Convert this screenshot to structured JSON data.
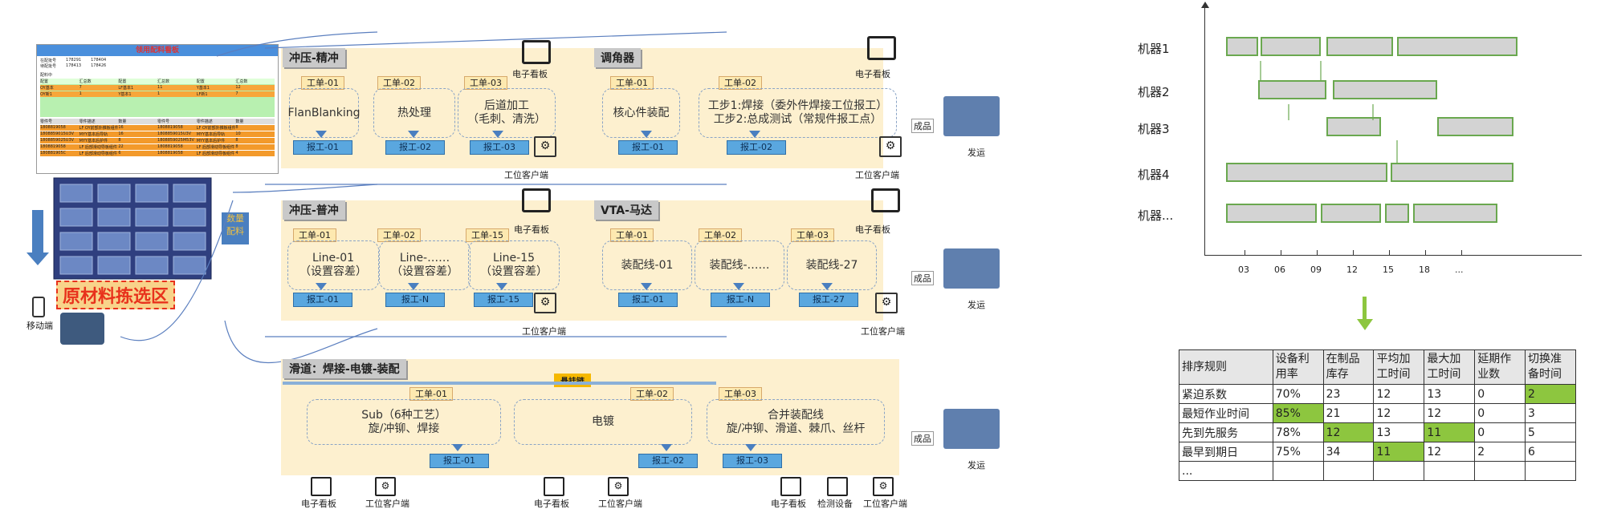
{
  "left_panel": {
    "screen_title": "领用配料看板",
    "screen_rows": [
      {
        "label": "在配批号",
        "a": "178291",
        "b": "178404"
      },
      {
        "label": "待配批号",
        "a": "178413",
        "b": "178426"
      }
    ],
    "screen_section1": "配料中",
    "screen_section2": "待配",
    "screen_col_heads": [
      "配置",
      "汇总数",
      "配置",
      "汇总数",
      "配置",
      "汇总数"
    ],
    "screen_orange_rows": [
      [
        "OY基本",
        "7",
        "LF基本1",
        "11",
        "Y基本1",
        "12"
      ],
      [
        "OY新1",
        "1",
        "Y基本1",
        "1",
        "LF新1",
        "7"
      ]
    ],
    "screen_list_heads": [
      "零件号",
      "零件描述",
      "数量",
      "零件号",
      "零件描述",
      "数量"
    ],
    "screen_list_rows": [
      [
        "1808819058",
        "LF OY前部外推板组件",
        "16",
        "1808819058",
        "LF OY前部外推板组件",
        "8"
      ],
      [
        "1808859015U3V",
        "MYY基本后导轨",
        "16",
        "1808859015U3V",
        "MYY基本后导轨",
        "10"
      ],
      [
        "1808859025U3V",
        "MYY基本后护件",
        "8",
        "1808859025M53V",
        "MYY基本后护件",
        "8"
      ],
      [
        "1808819058",
        "LF 后部滑动导板组件",
        "22",
        "1808819058",
        "LF 后部滑动导板组件",
        "8"
      ],
      [
        "180881905C",
        "LF 后部滑动导板组件",
        "6",
        "1808819058",
        "LF 后部滑动导板组件",
        "4"
      ]
    ],
    "raw_material_label": "原材料拣选区",
    "mobile_label": "移动端",
    "side_label": "数量\n配料"
  },
  "zones": [
    {
      "title": "冲压-精冲",
      "orders": [
        "工单-01",
        "工单-02",
        "工单-03"
      ],
      "procs": [
        "FlanBlanking",
        "热处理",
        "后道加工\n（毛刺、清洗）"
      ],
      "reports": [
        "报工-01",
        "报工-02",
        "报工-03"
      ],
      "board": "电子看板",
      "client": "工位客户端"
    },
    {
      "title": "调角器",
      "orders": [
        "工单-01",
        "工单-02"
      ],
      "procs": [
        "核心件装配",
        "工步1:焊接（委外件焊接工位报工）\n工步2:总成测试（常规件报工点）"
      ],
      "reports": [
        "报工-01",
        "报工-02"
      ],
      "board": "电子看板",
      "client": "工位客户端"
    },
    {
      "title": "冲压-普冲",
      "orders": [
        "工单-01",
        "工单-02",
        "工单-15"
      ],
      "procs": [
        "Line-01\n（设置容差）",
        "Line-……\n（设置容差）",
        "Line-15\n（设置容差）"
      ],
      "reports": [
        "报工-01",
        "报工-N",
        "报工-15"
      ],
      "board": "电子看板",
      "client": "工位客户端"
    },
    {
      "title": "VTA-马达",
      "orders": [
        "工单-01",
        "工单-02",
        "工单-03"
      ],
      "procs": [
        "装配线-01",
        "装配线-……",
        "装配线-27"
      ],
      "reports": [
        "报工-01",
        "报工-N",
        "报工-27"
      ],
      "board": "电子看板",
      "client": "工位客户端"
    },
    {
      "title": "滑道：焊接-电镀-装配",
      "orders": [
        "工单-01",
        "工单-02",
        "工单-03"
      ],
      "procs": [
        "Sub（6种工艺）\n旋/冲铆、焊接",
        "电镀",
        "合并装配线\n旋/冲铆、滑道、棘爪、丝杆"
      ],
      "reports": [
        "报工-01",
        "报工-02",
        "报工-03"
      ],
      "hang_chain": "悬挂链",
      "bottom_labels": [
        "电子看板",
        "工位客户端",
        "电子看板",
        "工位客户端",
        "电子看板",
        "检测设备",
        "工位客户端"
      ]
    }
  ],
  "warehouse": {
    "finished": "成品",
    "ship": "发运"
  },
  "gantt": {
    "machines": [
      "机器1",
      "机器2",
      "机器3",
      "机器4",
      "机器..."
    ],
    "ticks": [
      "03",
      "06",
      "09",
      "12",
      "15",
      "18",
      "..."
    ]
  },
  "table": {
    "headers": [
      "排序规则",
      "设备利\n用率",
      "在制品\n库存",
      "平均加\n工时间",
      "最大加\n工时间",
      "延期作\n业数",
      "切换准\n备时间"
    ],
    "rows": [
      [
        "紧迫系数",
        "70%",
        "23",
        "12",
        "13",
        "0",
        "2"
      ],
      [
        "最短作业时间",
        "85%",
        "21",
        "12",
        "12",
        "0",
        "3"
      ],
      [
        "先到先服务",
        "78%",
        "12",
        "13",
        "11",
        "0",
        "5"
      ],
      [
        "最早到期日",
        "75%",
        "34",
        "11",
        "12",
        "2",
        "6"
      ],
      [
        "...",
        "",
        "",
        "",
        "",
        "",
        ""
      ]
    ],
    "highlights": [
      [
        0,
        6
      ],
      [
        1,
        1
      ],
      [
        2,
        2
      ],
      [
        2,
        4
      ],
      [
        3,
        3
      ]
    ]
  },
  "colors": {
    "accent_green": "#8dc63f",
    "zone_bg": "#fdf0cf",
    "report_blue": "#5aa7df"
  }
}
